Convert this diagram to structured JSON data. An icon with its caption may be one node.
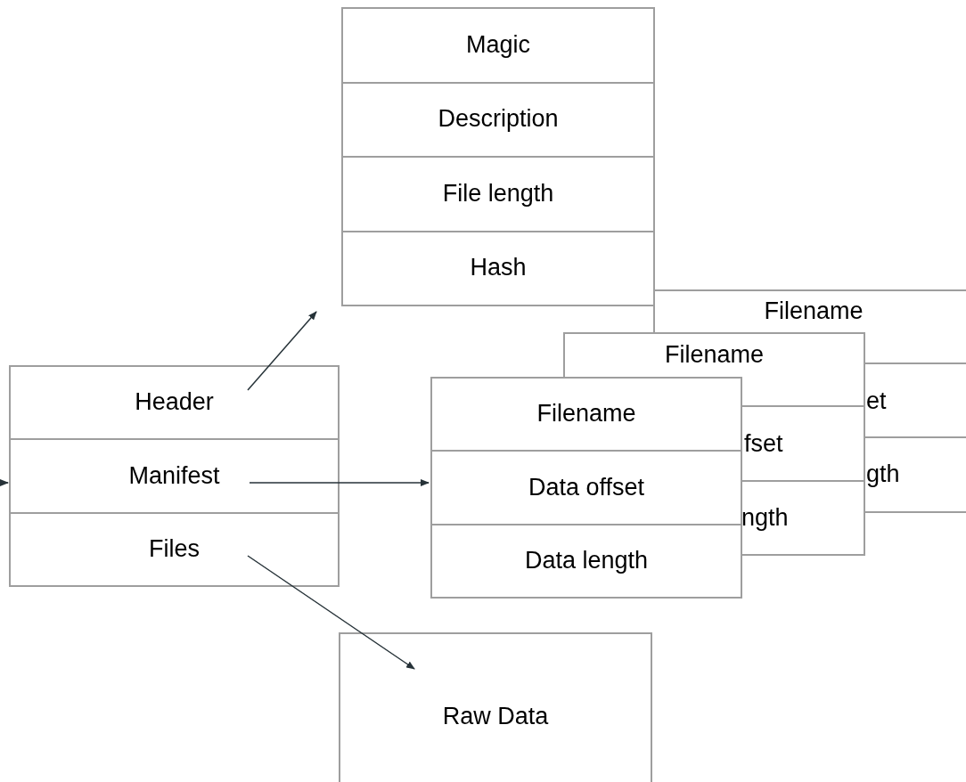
{
  "diagram": {
    "nodes": [
      {
        "text": [],
        "shape": "box"
      },
      {
        "text": [
          "Magic"
        ],
        "in": 0
      },
      {
        "text": [
          "Description"
        ],
        "in": 0
      },
      {
        "text": [
          "File length"
        ],
        "in": 0
      },
      {
        "text": [
          "Hash"
        ],
        "in": 0
      },
      {
        "text": [],
        "shape": "box"
      },
      {
        "text": [
          "Header"
        ],
        "in": 5
      },
      {
        "text": [
          "Manifest"
        ],
        "in": 5
      },
      {
        "text": [
          "Files"
        ],
        "in": 5
      },
      {
        "text": [
          "Filename"
        ]
      },
      {
        "text": [
          "et"
        ]
      },
      {
        "text": [
          "gth"
        ]
      },
      {
        "text": [
          "Filename"
        ]
      },
      {
        "text": [
          "fset"
        ]
      },
      {
        "text": [
          "ngth"
        ]
      },
      {
        "text": [],
        "shape": "box"
      },
      {
        "text": [
          "Filename"
        ],
        "in": 15
      },
      {
        "text": [
          "Data offset"
        ],
        "in": 15
      },
      {
        "text": [
          "Data length"
        ],
        "in": 15
      },
      {
        "text": [
          "Raw Data"
        ]
      }
    ],
    "edges": [
      {
        "from": 6,
        "to": 0,
        "arrow": "to"
      },
      {
        "from": 7,
        "to": 15,
        "arrow": "to"
      },
      {
        "from": 8,
        "to": 19,
        "arrow": "to"
      },
      {
        "from": null,
        "to": 7,
        "arrow": "to"
      }
    ]
  }
}
